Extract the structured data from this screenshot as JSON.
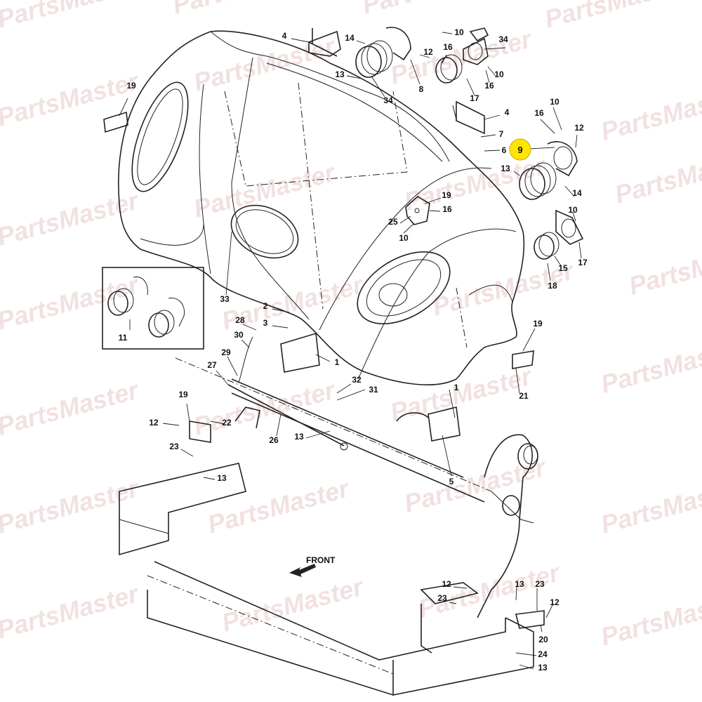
{
  "watermark": "PartsMaster",
  "diagram": {
    "front_label": "FRONT",
    "highlighted_callout": "9",
    "callouts": [
      "1",
      "1",
      "2",
      "3",
      "4",
      "4",
      "5",
      "6",
      "7",
      "8",
      "10",
      "10",
      "10",
      "10",
      "10",
      "11",
      "12",
      "12",
      "12",
      "12",
      "12",
      "13",
      "13",
      "13",
      "13",
      "13",
      "13",
      "14",
      "14",
      "15",
      "16",
      "16",
      "16",
      "16",
      "17",
      "17",
      "18",
      "19",
      "19",
      "19",
      "19",
      "20",
      "21",
      "22",
      "23",
      "23",
      "23",
      "24",
      "25",
      "26",
      "27",
      "28",
      "29",
      "30",
      "31",
      "32",
      "33",
      "34",
      "34"
    ]
  },
  "colors": {
    "highlight": "#ffe600",
    "line": "#222222",
    "watermark": "#e8c9c9"
  }
}
